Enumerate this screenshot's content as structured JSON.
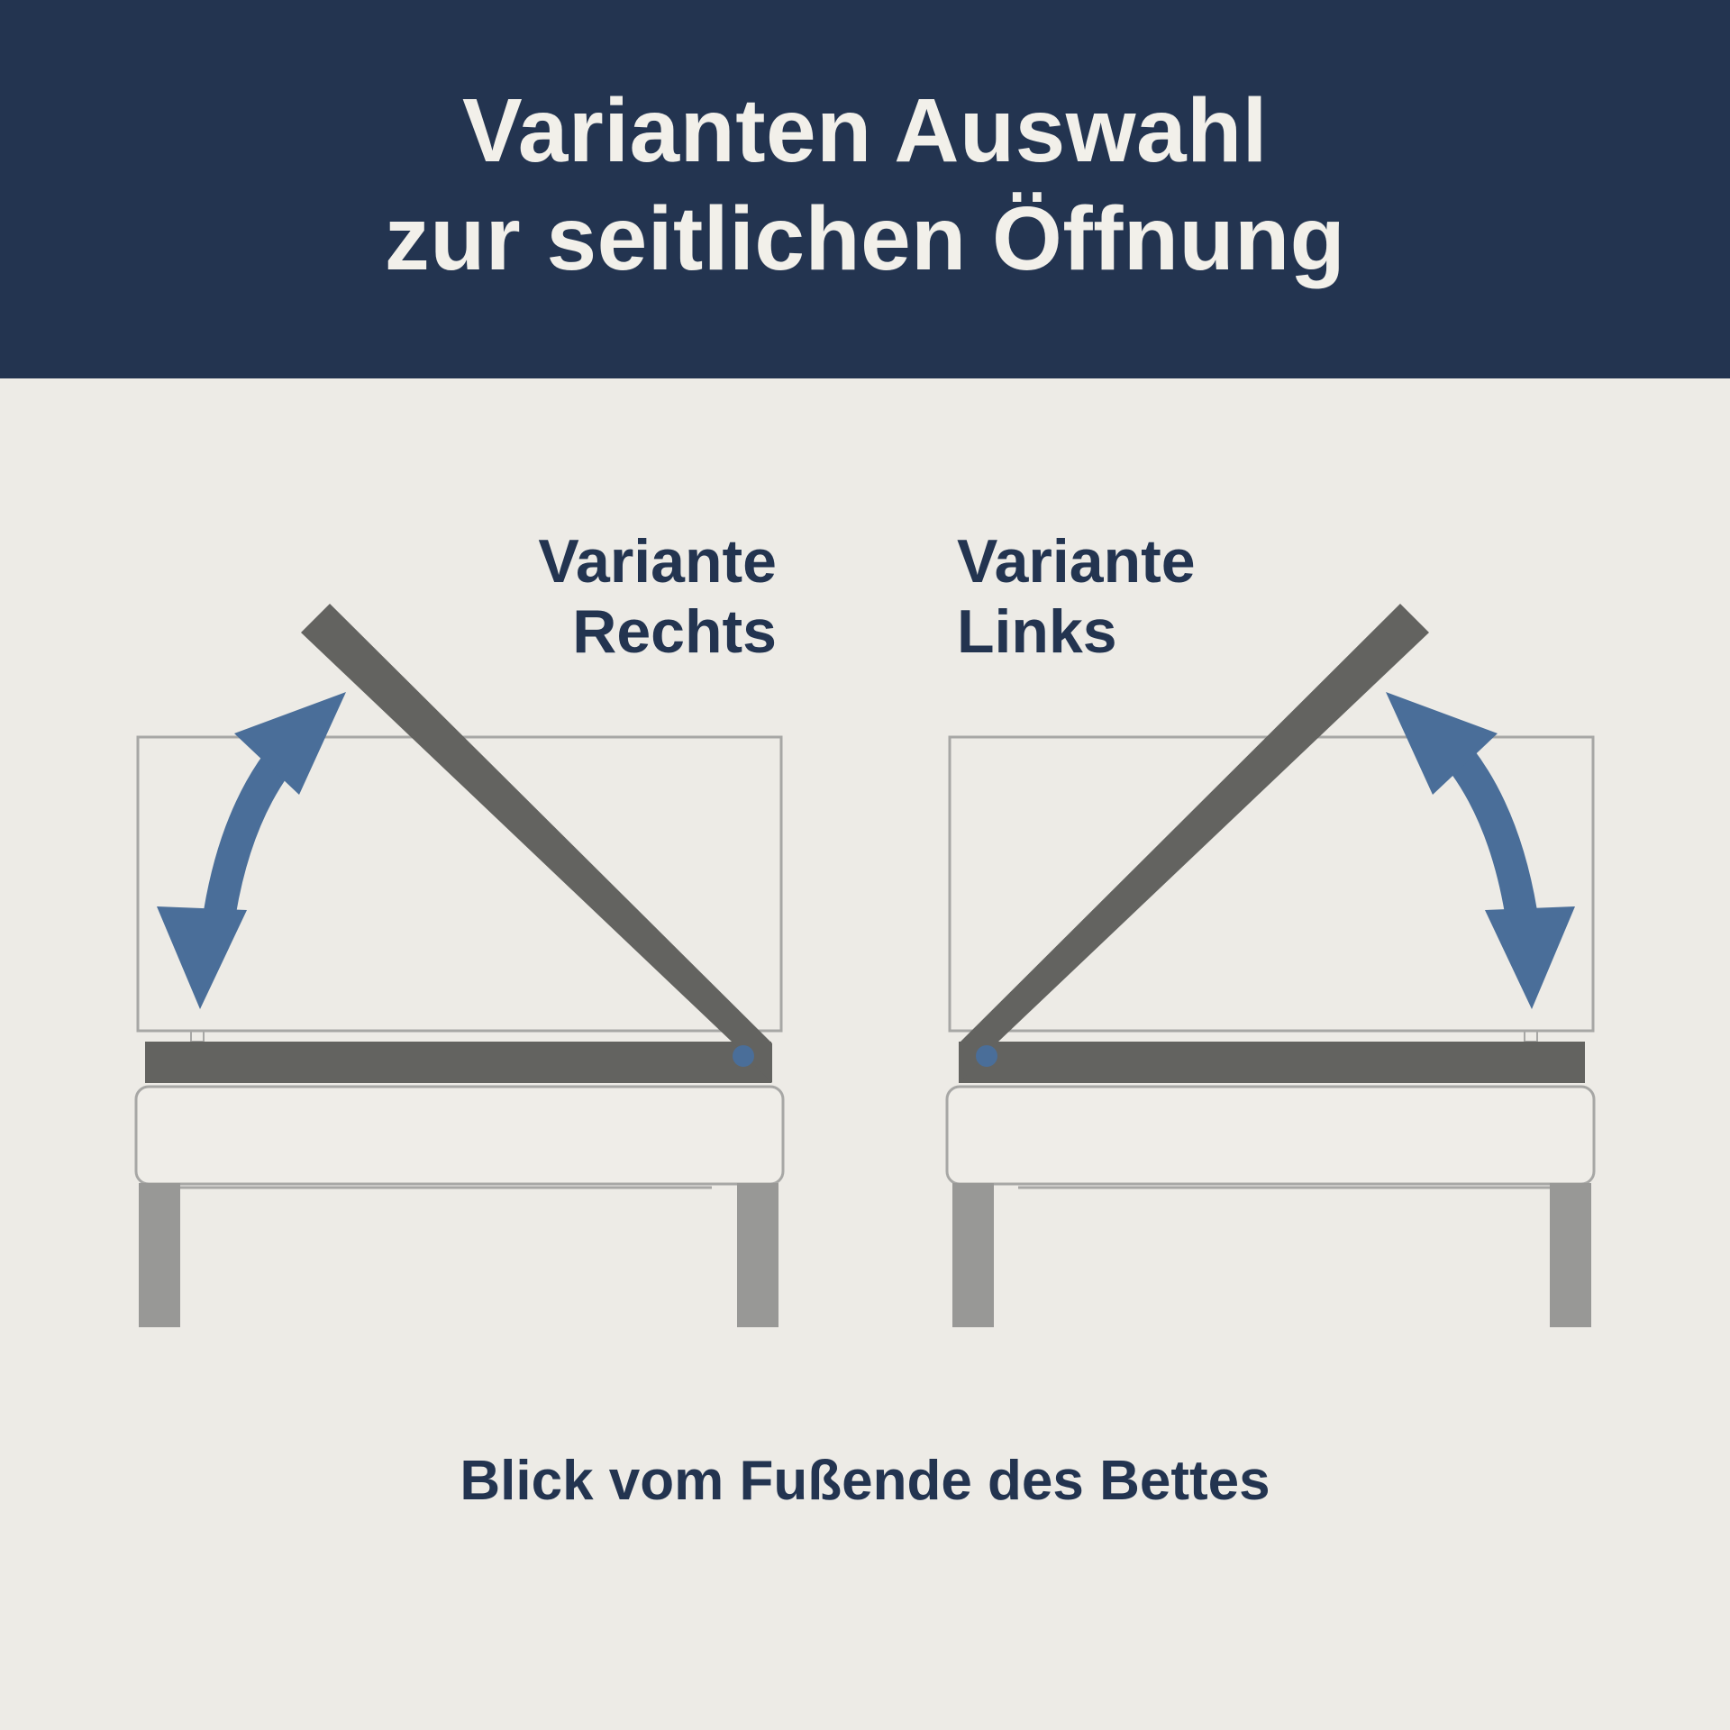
{
  "header": {
    "title_line1": "Varianten Auswahl",
    "title_line2": "zur seitlichen Öffnung"
  },
  "variants": [
    {
      "line1": "Variante",
      "line2": "Rechts"
    },
    {
      "line1": "Variante",
      "line2": "Links"
    }
  ],
  "caption": "Blick vom Fußende des Bettes",
  "colors": {
    "header_bg": "#233450",
    "page_bg": "#edebe6",
    "text_dark": "#233450",
    "lid": "#636360",
    "arrow": "#4a6e99",
    "legs": "#989896",
    "outline": "#a7a7a5"
  }
}
